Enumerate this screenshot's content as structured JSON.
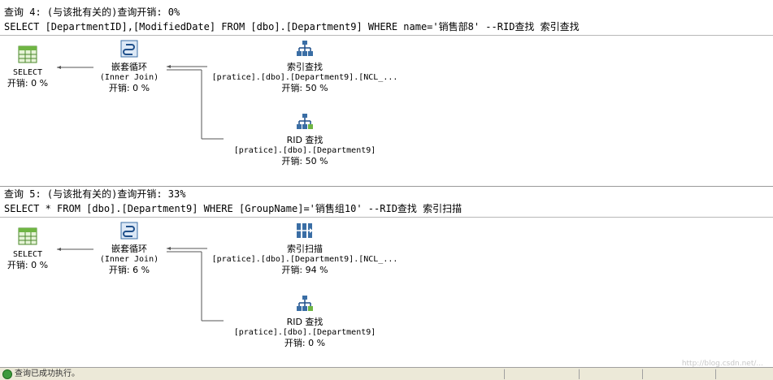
{
  "query4": {
    "header": "查询 4: (与该批有关的)查询开销: 0%",
    "sql": "SELECT [DepartmentID],[ModifiedDate] FROM [dbo].[Department9] WHERE name='销售部8' --RID查找 索引查找",
    "select": {
      "title": "SELECT",
      "cost": "开销: 0 %"
    },
    "nested": {
      "title": "嵌套循环",
      "subtitle": "(Inner Join)",
      "cost": "开销: 0 %"
    },
    "op_top": {
      "title": "索引查找",
      "object": "[pratice].[dbo].[Department9].[NCL_...",
      "cost": "开销: 50 %"
    },
    "op_bottom": {
      "title": "RID 查找",
      "object": "[pratice].[dbo].[Department9]",
      "cost": "开销: 50 %"
    }
  },
  "query5": {
    "header": "查询 5: (与该批有关的)查询开销: 33%",
    "sql": "SELECT * FROM [dbo].[Department9] WHERE [GroupName]='销售组10' --RID查找 索引扫描",
    "select": {
      "title": "SELECT",
      "cost": "开销: 0 %"
    },
    "nested": {
      "title": "嵌套循环",
      "subtitle": "(Inner Join)",
      "cost": "开销: 6 %"
    },
    "op_top": {
      "title": "索引扫描",
      "object": "[pratice].[dbo].[Department9].[NCL_...",
      "cost": "开销: 94 %"
    },
    "op_bottom": {
      "title": "RID 查找",
      "object": "[pratice].[dbo].[Department9]",
      "cost": "开销: 0 %"
    }
  },
  "statusbar": {
    "text": "查询已成功执行。"
  },
  "watermark": "http://blog.csdn.net/..."
}
